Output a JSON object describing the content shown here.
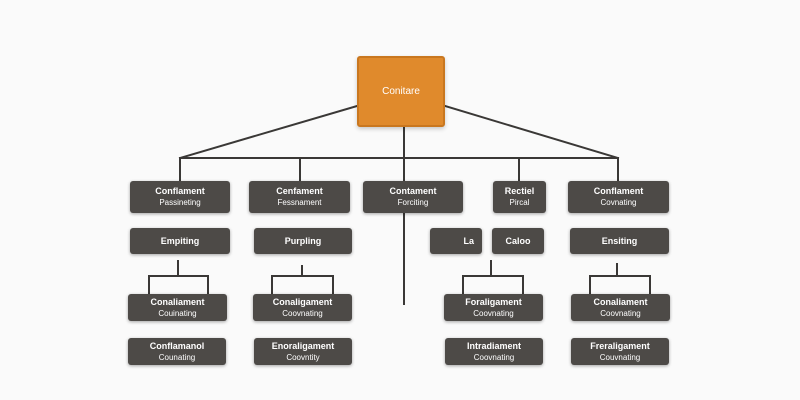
{
  "diagram": {
    "root": {
      "label": "Conitare",
      "color": "#e08a2c"
    },
    "line_color": "#3a3836",
    "node_color": "#4d4a47",
    "level1": [
      {
        "title": "Conflament",
        "subtitle": "Passineting"
      },
      {
        "title": "Cenfament",
        "subtitle": "Fessnament"
      },
      {
        "title": "Contament",
        "subtitle": "Forciting"
      },
      {
        "title": "Rectiel",
        "subtitle": "Pircal"
      },
      {
        "title": "Conflament",
        "subtitle": "Covnating"
      }
    ],
    "level2": [
      {
        "title": "Empiting"
      },
      {
        "title": "Purpling"
      },
      {
        "title": "La"
      },
      {
        "title": "Caloo"
      },
      {
        "title": "Ensiting"
      }
    ],
    "level3": [
      {
        "title": "Conaliament",
        "subtitle": "Couinating"
      },
      {
        "title": "Conaligament",
        "subtitle": "Coovnating"
      },
      {
        "title": "Foraligament",
        "subtitle": "Coovnating"
      },
      {
        "title": "Conaliament",
        "subtitle": "Coovnating"
      }
    ],
    "level4": [
      {
        "title": "Conflamanol",
        "subtitle": "Counating"
      },
      {
        "title": "Enoraligament",
        "subtitle": "Coovntity"
      },
      {
        "title": "Intradiament",
        "subtitle": "Coovnating"
      },
      {
        "title": "Freraligament",
        "subtitle": "Couvnating"
      }
    ]
  }
}
